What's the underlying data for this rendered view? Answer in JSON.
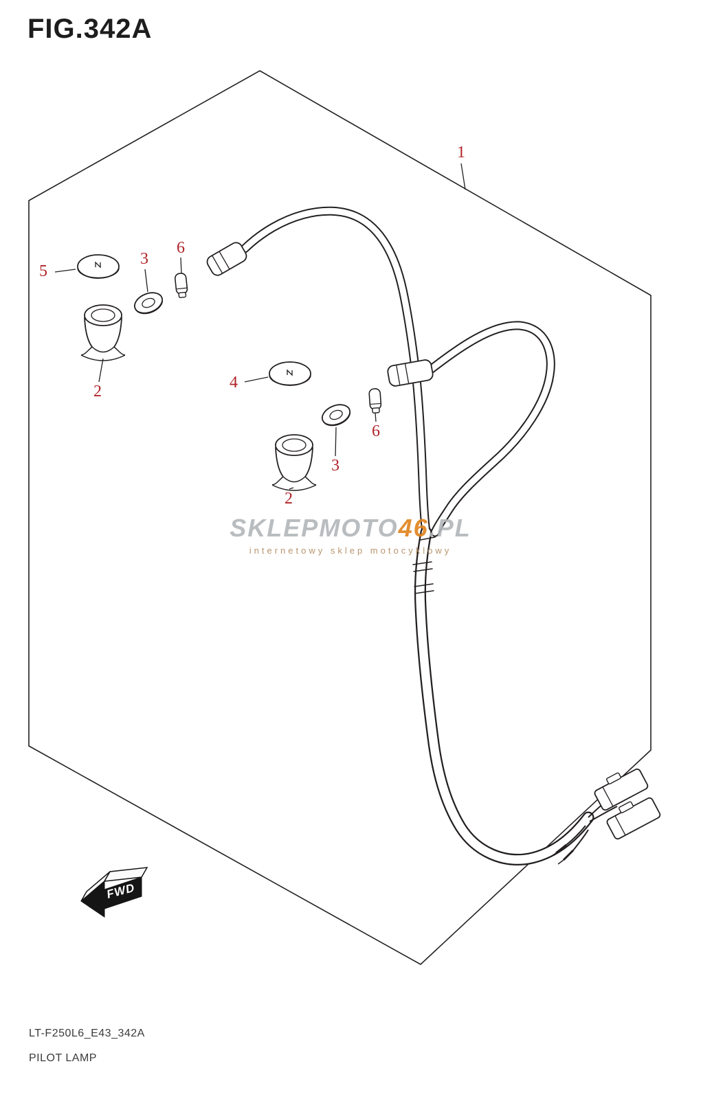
{
  "page": {
    "title": "FIG.342A",
    "footer_code": "LT-F250L6_E43_342A",
    "footer_name": "PILOT LAMP"
  },
  "diagram": {
    "fwd_label": "FWD",
    "callouts": {
      "n1": "1",
      "n2": "2",
      "n3": "3",
      "n4": "4",
      "n5": "5",
      "n6": "6"
    }
  },
  "watermark": {
    "brand_prefix": "SKLEPMOTO",
    "brand_accent": "46",
    "brand_suffix": ".PL",
    "tagline": "internetowy sklep motocyklowy"
  },
  "colors": {
    "callout_red": "#b02328",
    "line_black": "#231f20",
    "watermark_gray": "#b2b6ba",
    "watermark_accent": "#e0821c",
    "watermark_tagline": "#b08a5e"
  }
}
